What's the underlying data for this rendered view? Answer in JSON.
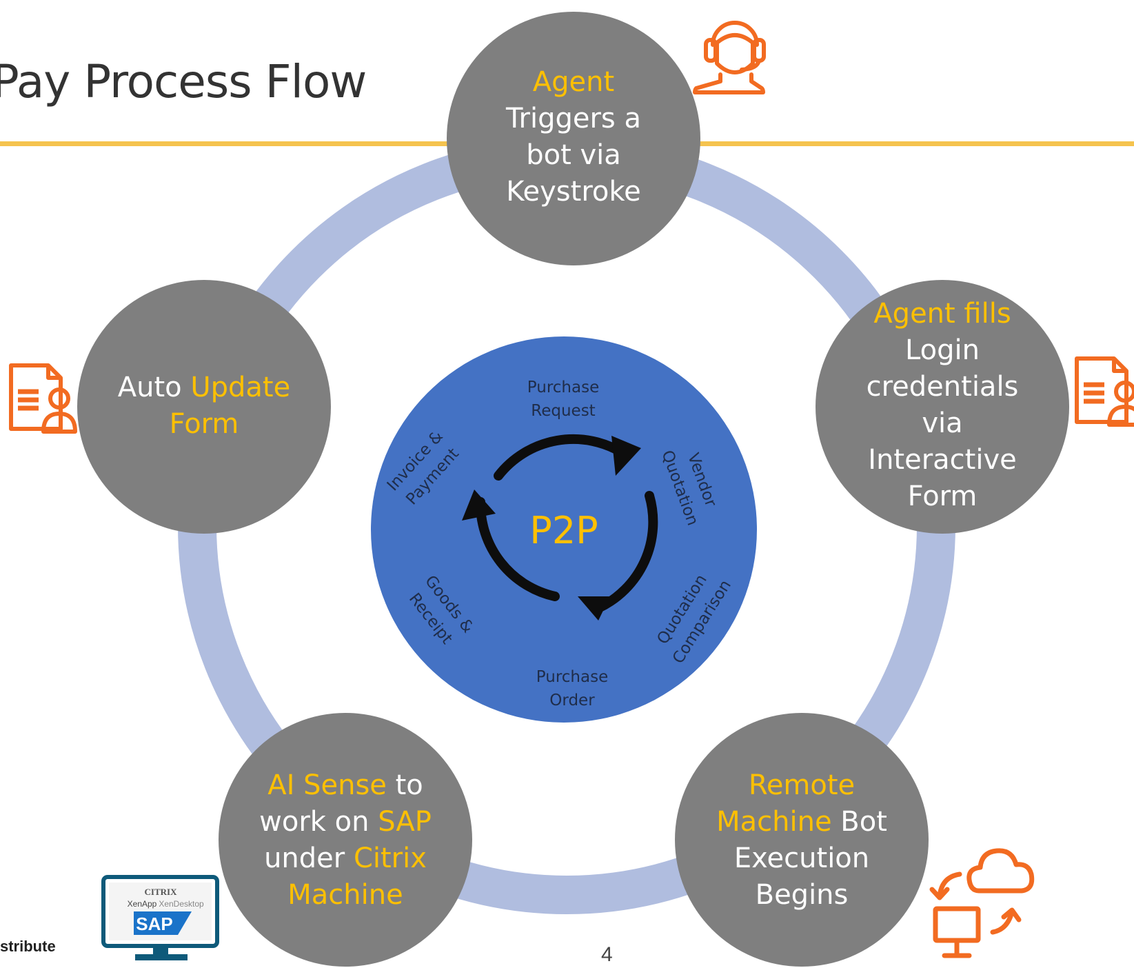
{
  "title": "Pay Process Flow",
  "confidential_label": "stribute",
  "page_number": "4",
  "colors": {
    "ring": "#B0BDDF",
    "node": "#7F7F7F",
    "center": "#4472C4",
    "highlight": "#FFC000",
    "icon": "#F26B21",
    "rule": "#F5C34E"
  },
  "nodes": [
    {
      "id": "agent-trigger",
      "lines": [
        [
          {
            "t": "Agent",
            "hl": true
          }
        ],
        [
          {
            "t": "Triggers a",
            "hl": false
          }
        ],
        [
          {
            "t": "bot via",
            "hl": false
          }
        ],
        [
          {
            "t": "Keystroke",
            "hl": false
          }
        ]
      ]
    },
    {
      "id": "agent-fills",
      "lines": [
        [
          {
            "t": "Agent fills",
            "hl": true
          }
        ],
        [
          {
            "t": "Login",
            "hl": false
          }
        ],
        [
          {
            "t": "credentials",
            "hl": false
          }
        ],
        [
          {
            "t": "via",
            "hl": false
          }
        ],
        [
          {
            "t": "Interactive",
            "hl": false
          }
        ],
        [
          {
            "t": "Form",
            "hl": false
          }
        ]
      ]
    },
    {
      "id": "remote-machine",
      "lines": [
        [
          {
            "t": "Remote",
            "hl": true
          }
        ],
        [
          {
            "t": "Machine",
            "hl": true
          },
          {
            "t": " Bot",
            "hl": false
          }
        ],
        [
          {
            "t": "Execution",
            "hl": false
          }
        ],
        [
          {
            "t": "Begins",
            "hl": false
          }
        ]
      ]
    },
    {
      "id": "ai-sense",
      "lines": [
        [
          {
            "t": "AI Sense",
            "hl": true
          },
          {
            "t": " to",
            "hl": false
          }
        ],
        [
          {
            "t": "work on ",
            "hl": false
          },
          {
            "t": "SAP",
            "hl": true
          }
        ],
        [
          {
            "t": "under ",
            "hl": false
          },
          {
            "t": "Citrix",
            "hl": true
          }
        ],
        [
          {
            "t": "Machine",
            "hl": true
          }
        ]
      ]
    },
    {
      "id": "auto-update",
      "lines": [
        [
          {
            "t": "Auto ",
            "hl": false
          },
          {
            "t": "Update",
            "hl": true
          }
        ],
        [
          {
            "t": "Form",
            "hl": true
          }
        ]
      ]
    }
  ],
  "center": {
    "label": "P2P",
    "stages": [
      {
        "lines": [
          "Purchase",
          "Request"
        ]
      },
      {
        "lines": [
          "Vendor",
          "Quotation"
        ]
      },
      {
        "lines": [
          "Quotation",
          "Comparison"
        ]
      },
      {
        "lines": [
          "Purchase",
          "Order"
        ]
      },
      {
        "lines": [
          "Goods &",
          "Receipt"
        ]
      },
      {
        "lines": [
          "Invoice &",
          "Payment"
        ]
      }
    ]
  },
  "icons": [
    "headset-agent-icon",
    "form-user-icon",
    "form-user-icon",
    "remote-cloud-sync-icon"
  ],
  "logo": {
    "brand": "CITRIX",
    "product_left": "XenApp",
    "product_right": "XenDesktop",
    "sap": "SAP"
  }
}
